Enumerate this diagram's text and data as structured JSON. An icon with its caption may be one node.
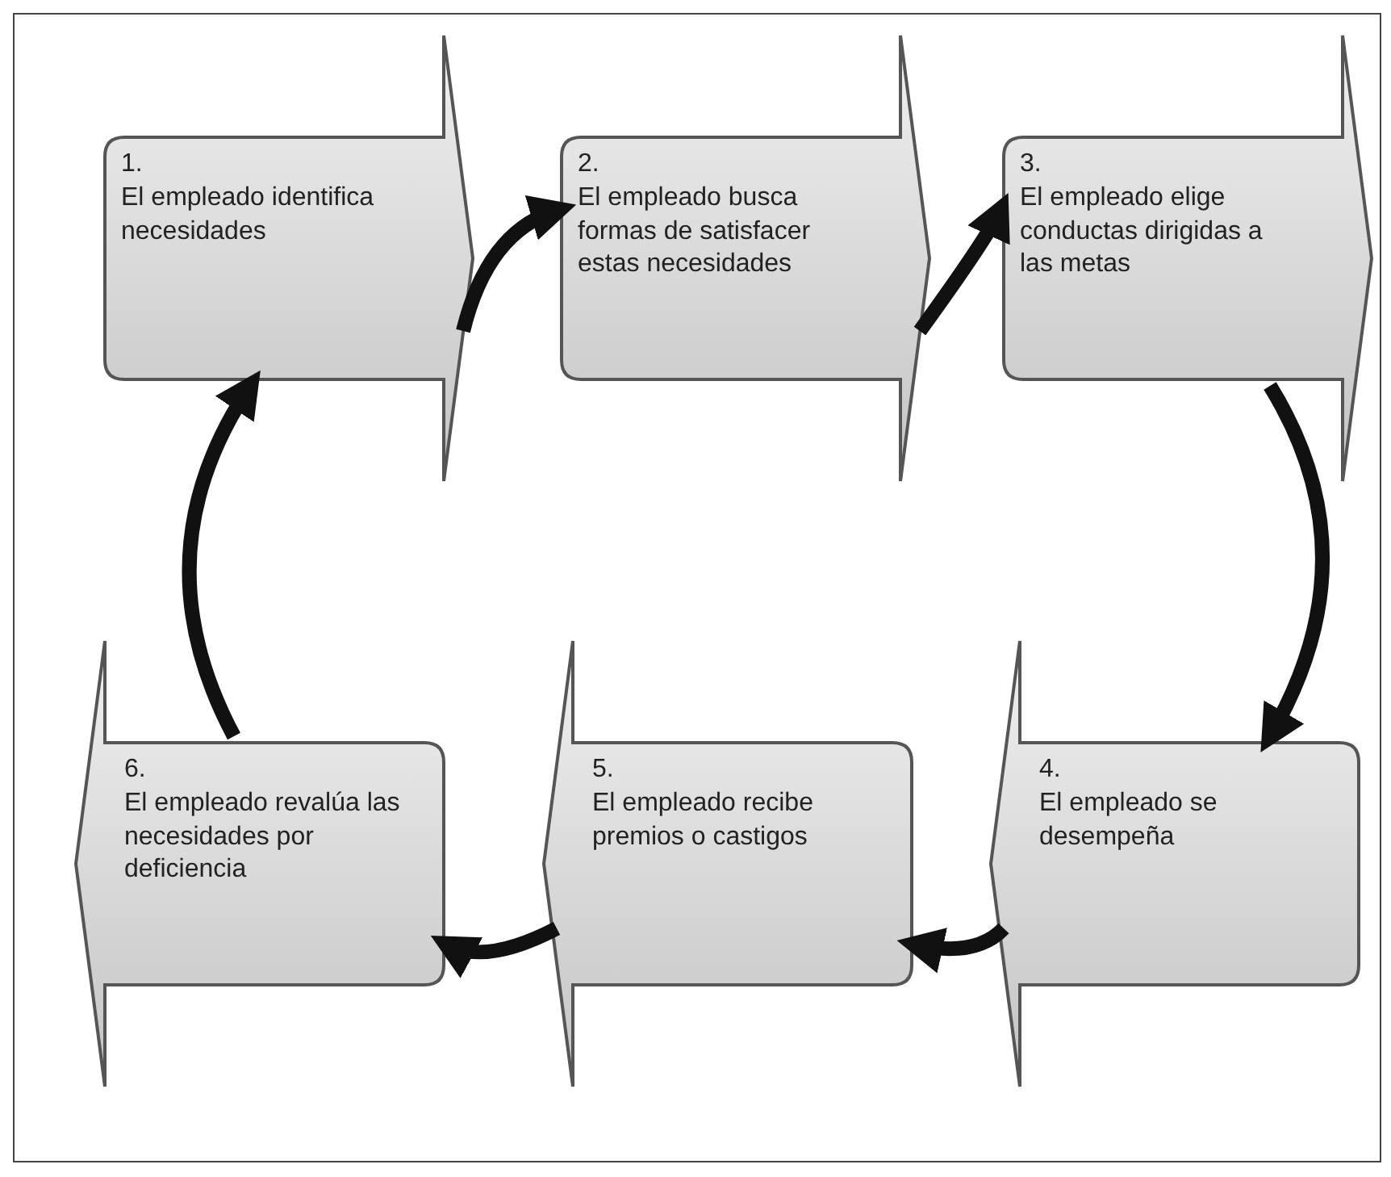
{
  "diagram": {
    "nodes": [
      {
        "text": [
          "1.",
          "El empleado identifica necesidades"
        ]
      },
      {
        "text": [
          "2.",
          "El empleado busca formas de satisfacer estas necesidades"
        ]
      },
      {
        "text": [
          "3.",
          "El empleado elige conductas dirigidas a las metas"
        ]
      },
      {
        "text": [
          "4.",
          "El empleado se desempeña"
        ]
      },
      {
        "text": [
          "5.",
          "El empleado recibe premios o castigos"
        ]
      },
      {
        "text": [
          "6.",
          "El empleado revalúa las necesidades por deficiencia"
        ]
      }
    ],
    "edges": [
      {
        "from": 0,
        "to": 1,
        "arrow": "to"
      },
      {
        "from": 1,
        "to": 2,
        "arrow": "to"
      },
      {
        "from": 2,
        "to": 3,
        "arrow": "to"
      },
      {
        "from": 3,
        "to": 4,
        "arrow": "to"
      },
      {
        "from": 4,
        "to": 5,
        "arrow": "to"
      },
      {
        "from": 5,
        "to": 0,
        "arrow": "to"
      }
    ]
  }
}
